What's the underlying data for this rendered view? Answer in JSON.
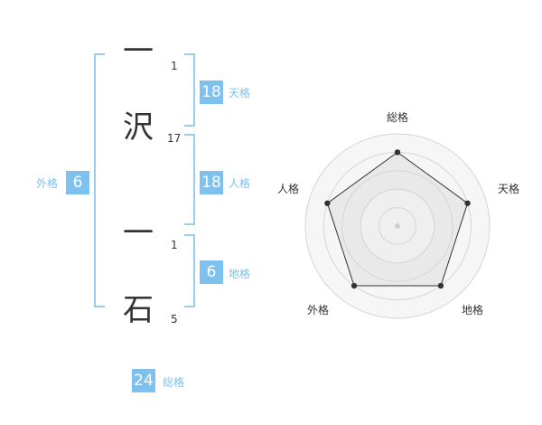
{
  "colors": {
    "accent": "#7ec0ee",
    "label": "#7ec0ee",
    "bracket": "#99ccee",
    "text": "#333333"
  },
  "name": {
    "chars": [
      {
        "char": "一",
        "strokes": "1"
      },
      {
        "char": "沢",
        "strokes": "17"
      },
      {
        "char": "一",
        "strokes": "1"
      },
      {
        "char": "石",
        "strokes": "5"
      }
    ]
  },
  "fortunes": {
    "tenkaku": {
      "label": "天格",
      "value": "18"
    },
    "jinkaku": {
      "label": "人格",
      "value": "18"
    },
    "chikaku": {
      "label": "地格",
      "value": "6"
    },
    "gaikaku": {
      "label": "外格",
      "value": "6"
    },
    "soukaku": {
      "label": "総格",
      "value": "24"
    }
  },
  "chart_data": {
    "type": "radar",
    "axes": [
      "総格",
      "天格",
      "地格",
      "外格",
      "人格"
    ],
    "values": [
      4,
      4,
      4,
      4,
      4
    ],
    "rmax": 5,
    "rings": 5,
    "grid": true
  }
}
